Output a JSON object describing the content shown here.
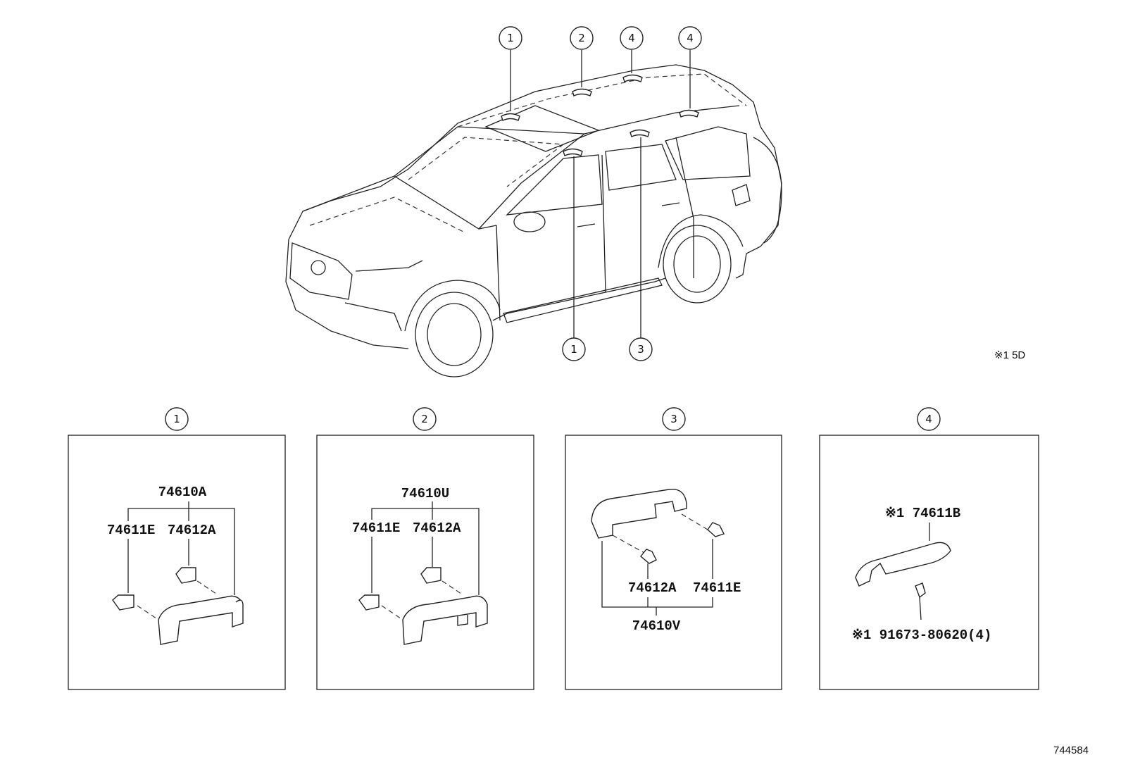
{
  "callouts": {
    "c1": "1",
    "c2": "2",
    "c3": "3",
    "c4": "4"
  },
  "variant_note": "※1 5D",
  "diagram_id": "744584",
  "panels": [
    {
      "number": "1",
      "assembly": "74610A",
      "left_part": "74611E",
      "right_part": "74612A"
    },
    {
      "number": "2",
      "assembly": "74610U",
      "left_part": "74611E",
      "right_part": "74612A"
    },
    {
      "number": "3",
      "assembly": "74610V",
      "left_part": "74612A",
      "right_part": "74611E"
    },
    {
      "number": "4",
      "grip": "※1 74611B",
      "screw": "※1 91673-80620(4)"
    }
  ]
}
